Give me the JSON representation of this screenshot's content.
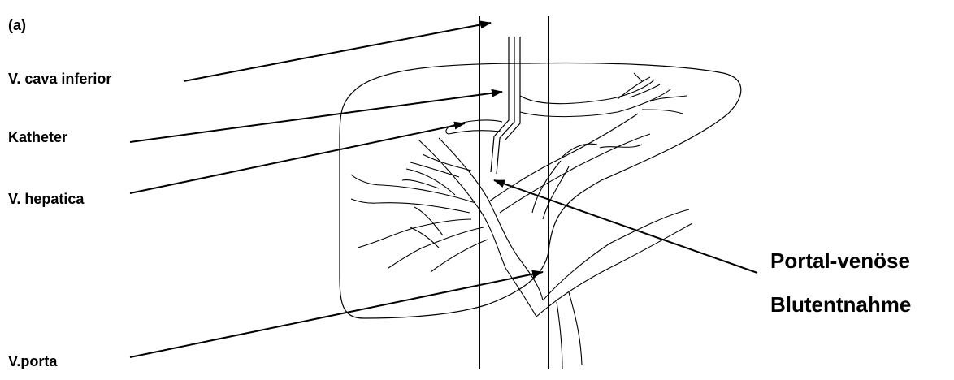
{
  "figure": {
    "panel_label": "(a)",
    "labels": {
      "vena_cava": "V. cava inferior",
      "catheter": "Katheter",
      "hepatic_vein": "V. hepatica",
      "portal_vein": "V.porta",
      "sampling_line1": "Portal-venöse",
      "sampling_line2": "Blutentnahme"
    }
  },
  "colors": {
    "ink": "#000000",
    "background": "#ffffff"
  }
}
